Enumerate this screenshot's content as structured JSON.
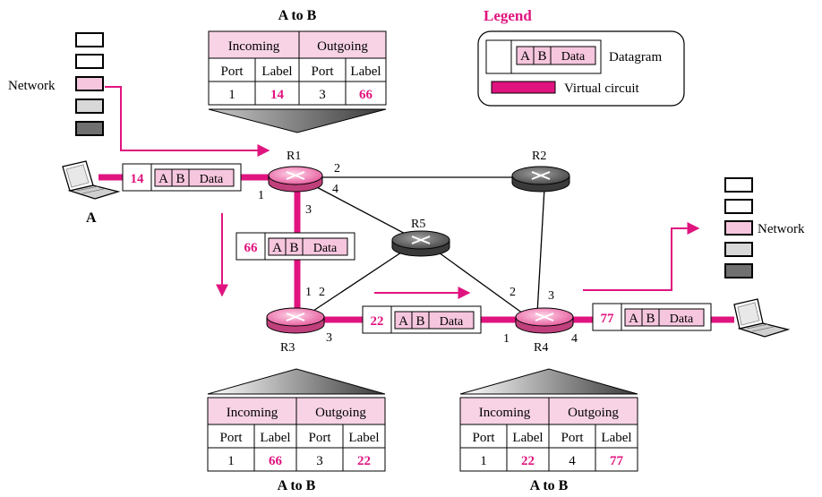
{
  "legend": {
    "title": "Legend",
    "datagram_label": "Datagram",
    "vc_label": "Virtual circuit",
    "a": "A",
    "b": "B",
    "data": "Data"
  },
  "network_label": "Network",
  "hosts": {
    "a": "A"
  },
  "routers": {
    "r1": "R1",
    "r2": "R2",
    "r3": "R3",
    "r4": "R4",
    "r5": "R5"
  },
  "ports": {
    "r1_1": "1",
    "r1_2": "2",
    "r1_3": "3",
    "r1_4": "4",
    "r3_1": "1",
    "r3_2": "2",
    "r3_3": "3",
    "r4_1": "1",
    "r4_2": "2",
    "r4_3": "3",
    "r4_4": "4"
  },
  "packets": [
    {
      "label": "14",
      "a": "A",
      "b": "B",
      "data": "Data"
    },
    {
      "label": "66",
      "a": "A",
      "b": "B",
      "data": "Data"
    },
    {
      "label": "22",
      "a": "A",
      "b": "B",
      "data": "Data"
    },
    {
      "label": "77",
      "a": "A",
      "b": "B",
      "data": "Data"
    }
  ],
  "tables": {
    "headers": {
      "incoming": "Incoming",
      "outgoing": "Outgoing",
      "port": "Port",
      "label": "Label"
    },
    "r1": {
      "title": "A to B",
      "in_port": "1",
      "in_label": "14",
      "out_port": "3",
      "out_label": "66"
    },
    "r3": {
      "title": "A to B",
      "in_port": "1",
      "in_label": "66",
      "out_port": "3",
      "out_label": "22"
    },
    "r4": {
      "title": "A to B",
      "in_port": "1",
      "in_label": "22",
      "out_port": "4",
      "out_label": "77"
    }
  },
  "colors": {
    "virtual_circuit": "#e0147f",
    "cell_pink": "#f6c6de",
    "header_pink": "#f7d3e5",
    "router_pink": "#f4a9cc",
    "router_gray": "#707070"
  }
}
